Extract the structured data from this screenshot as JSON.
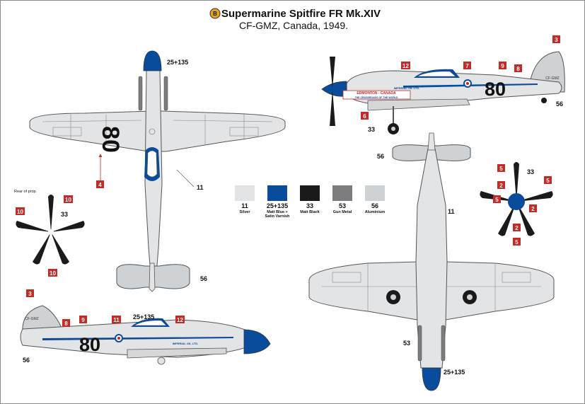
{
  "header": {
    "badge": "B",
    "title": "Supermarine Spitfire FR Mk.XIV",
    "subtitle": "CF-GMZ, Canada, 1949."
  },
  "colors": {
    "silver": "#e3e4e6",
    "matt_blue": "#0a4c9c",
    "matt_black": "#1a1a1a",
    "gun_metal": "#7d7d7f",
    "aluminium": "#cfd2d4",
    "callout_red": "#c52b26",
    "roundel_red": "#c8232b",
    "outline": "#3a3a3a"
  },
  "swatches": [
    {
      "code": "11",
      "name_lines": [
        "Silver"
      ],
      "color": "#e3e4e6"
    },
    {
      "code": "25+135",
      "name_lines": [
        "Matt Blue +",
        "Satin Varnish"
      ],
      "color": "#0a4c9c"
    },
    {
      "code": "33",
      "name_lines": [
        "Matt Black"
      ],
      "color": "#1a1a1a"
    },
    {
      "code": "53",
      "name_lines": [
        "Gun Metal"
      ],
      "color": "#7d7d7f"
    },
    {
      "code": "56",
      "name_lines": [
        "Aluminium"
      ],
      "color": "#cfd2d4"
    }
  ],
  "prop_note": "Rear of prop.",
  "callouts": {
    "c3": "3",
    "c4": "4",
    "c5": "5",
    "c2": "2",
    "c6": "6",
    "c7": "7",
    "c8": "8",
    "c9": "9",
    "c10": "10",
    "c11": "11",
    "c12": "12"
  },
  "paint_codes": {
    "p11": "11",
    "p25135": "25+135",
    "p33": "33",
    "p53": "53",
    "p56": "56"
  },
  "markings": {
    "race_number": "80",
    "registration": "CF-GMZ",
    "banner_line1": "EDMONTON - CANADA",
    "banner_line2": "THE CROSSROADS OF THE WORLD",
    "sponsor": "IMPERIAL OIL LTD."
  }
}
